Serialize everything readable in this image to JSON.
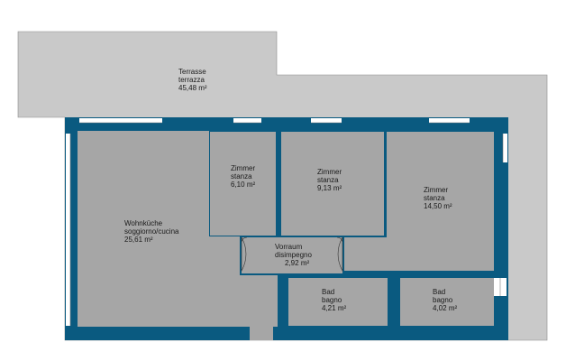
{
  "colors": {
    "wall": "#0a5a80",
    "room_fill": "#a6a6a6",
    "terrace_fill": "#c9c9c9",
    "window": "#ffffff",
    "door_line": "#333333",
    "text": "#1a1a1a"
  },
  "rooms": {
    "terrace": {
      "name_de": "Terrasse",
      "name_it": "terrazza",
      "area": "45,48",
      "unit": "m²"
    },
    "living": {
      "name_de": "Wohnküche",
      "name_it": "soggiorno/cucina",
      "area": "25,61",
      "unit": "m²"
    },
    "room1": {
      "name_de": "Zimmer",
      "name_it": "stanza",
      "area": "6,10",
      "unit": "m²"
    },
    "room2": {
      "name_de": "Zimmer",
      "name_it": "stanza",
      "area": "9,13",
      "unit": "m²"
    },
    "room3": {
      "name_de": "Zimmer",
      "name_it": "stanza",
      "area": "14,50",
      "unit": "m²"
    },
    "hall": {
      "name_de": "Vorraum",
      "name_it": "disimpegno",
      "area": "2,92",
      "unit": "m²"
    },
    "bath1": {
      "name_de": "Bad",
      "name_it": "bagno",
      "area": "4,21",
      "unit": "m²"
    },
    "bath2": {
      "name_de": "Bad",
      "name_it": "bagno",
      "area": "4,02",
      "unit": "m²"
    }
  }
}
